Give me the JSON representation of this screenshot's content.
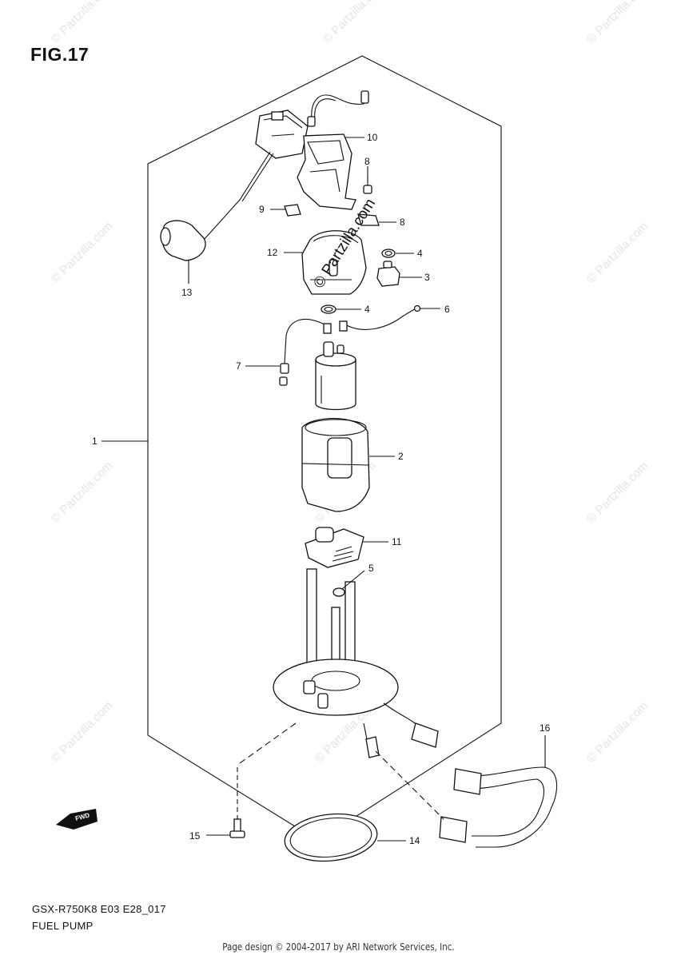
{
  "figure": {
    "title": "FIG.17",
    "code": "GSX-R750K8 E03 E28_017",
    "name": "FUEL PUMP",
    "credit": "Page design © 2004-2017 by ARI Network Services, Inc.",
    "center_watermark": "© Partzilla.com",
    "fwd_label": "FWD"
  },
  "watermarks": [
    "© Partzilla.com"
  ],
  "callouts": [
    {
      "id": "c10",
      "label": "10"
    },
    {
      "id": "c8a",
      "label": "8"
    },
    {
      "id": "c9",
      "label": "9"
    },
    {
      "id": "c8b",
      "label": "8"
    },
    {
      "id": "c12",
      "label": "12"
    },
    {
      "id": "c4a",
      "label": "4"
    },
    {
      "id": "c3",
      "label": "3"
    },
    {
      "id": "c13",
      "label": "13"
    },
    {
      "id": "c4b",
      "label": "4"
    },
    {
      "id": "c6",
      "label": "6"
    },
    {
      "id": "c7",
      "label": "7"
    },
    {
      "id": "c1",
      "label": "1"
    },
    {
      "id": "c2",
      "label": "2"
    },
    {
      "id": "c11",
      "label": "11"
    },
    {
      "id": "c5",
      "label": "5"
    },
    {
      "id": "c16",
      "label": "16"
    },
    {
      "id": "c15",
      "label": "15"
    },
    {
      "id": "c14",
      "label": "14"
    }
  ]
}
